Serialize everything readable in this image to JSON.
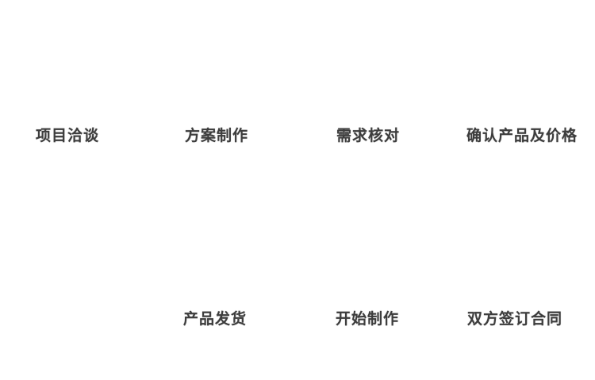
{
  "page": {
    "background_color": "#ffffff",
    "text_color": "#3d3d3d"
  },
  "flow": {
    "top_steps": [
      "项目洽谈",
      "方案制作",
      "需求核对",
      "确认产品及价格"
    ],
    "bottom_steps": [
      "产品发货",
      "开始制作",
      "双方签订合同"
    ]
  }
}
